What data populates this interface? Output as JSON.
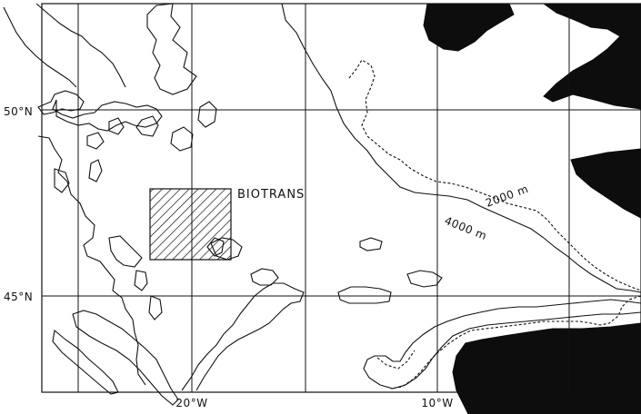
{
  "map": {
    "area_label": "BIOTRANS",
    "contour_labels": [
      "2000 m",
      "4000 m"
    ],
    "latitude_labels": [
      "50°N",
      "45°N"
    ],
    "longitude_labels": [
      "20°W",
      "10°W"
    ]
  }
}
